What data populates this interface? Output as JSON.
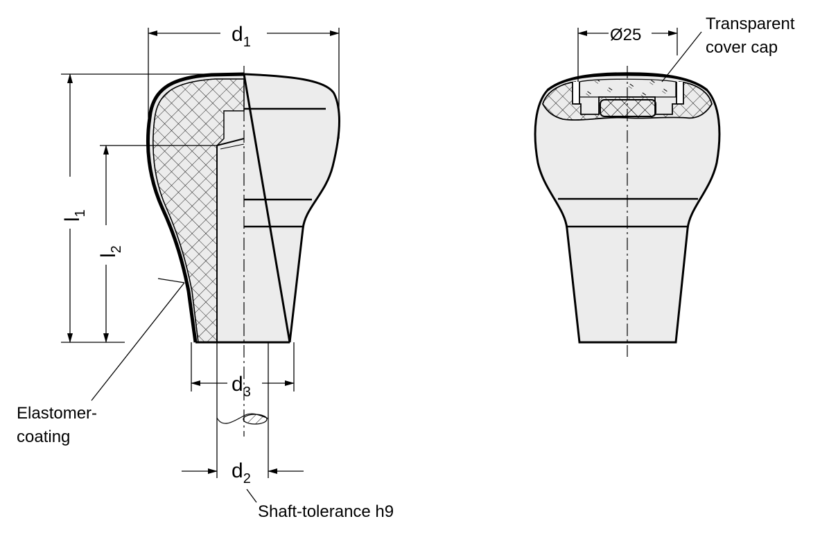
{
  "labels": {
    "d1": {
      "main": "d",
      "sub": "1"
    },
    "d2": {
      "main": "d",
      "sub": "2"
    },
    "d3": {
      "main": "d",
      "sub": "3"
    },
    "l1": {
      "main": "l",
      "sub": "1"
    },
    "l2": {
      "main": "l",
      "sub": "2"
    },
    "diameter": "Ø25",
    "cover_cap_line1": "Transparent",
    "cover_cap_line2": "cover cap",
    "elastomer_line1": "Elastomer-",
    "elastomer_line2": "coating",
    "shaft_tolerance": "Shaft-tolerance h9"
  },
  "colors": {
    "line": "#000000",
    "body_fill": "#ececec",
    "hatch": "#000000",
    "background": "#ffffff"
  }
}
